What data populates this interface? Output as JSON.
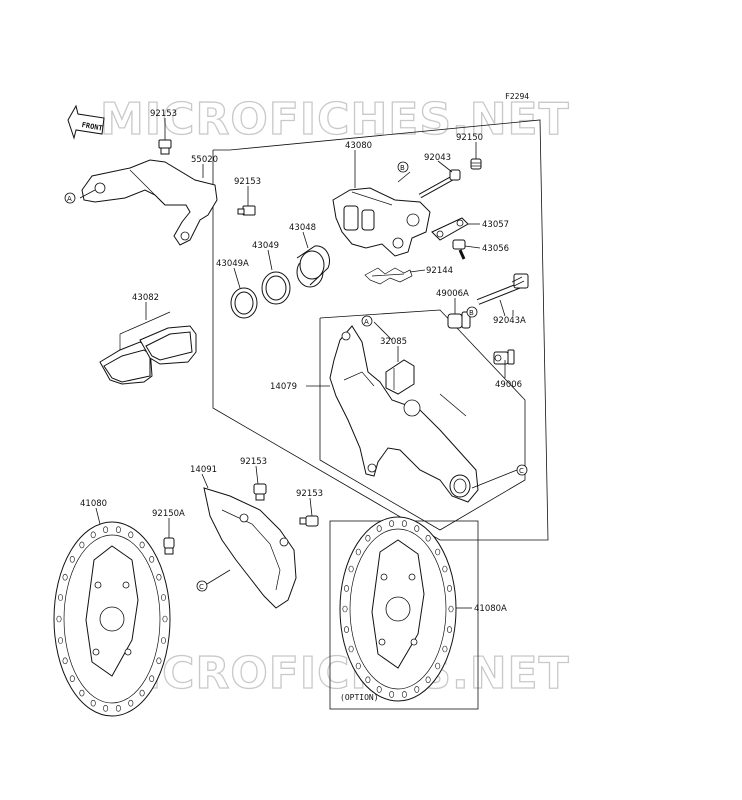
{
  "figure_code": "F2294",
  "front_label": "FRONT",
  "option_label": "(OPTION)",
  "watermark": "MICROFICHES.NET",
  "ref_letters": [
    "A",
    "B",
    "C"
  ],
  "parts": {
    "p92153_top": "92153",
    "p55020": "55020",
    "p92153_mid": "92153",
    "p43080": "43080",
    "p92150": "92150",
    "p92043": "92043",
    "p43057": "43057",
    "p43056": "43056",
    "p43048": "43048",
    "p43049": "43049",
    "p43049A": "43049A",
    "p92144": "92144",
    "p43082": "43082",
    "p49006A": "49006A",
    "p92043A": "92043A",
    "p32085": "32085",
    "p14079": "14079",
    "p49006": "49006",
    "p14091": "14091",
    "p92153_low1": "92153",
    "p92153_low2": "92153",
    "p41080": "41080",
    "p92150A": "92150A",
    "p41080A": "41080A"
  }
}
